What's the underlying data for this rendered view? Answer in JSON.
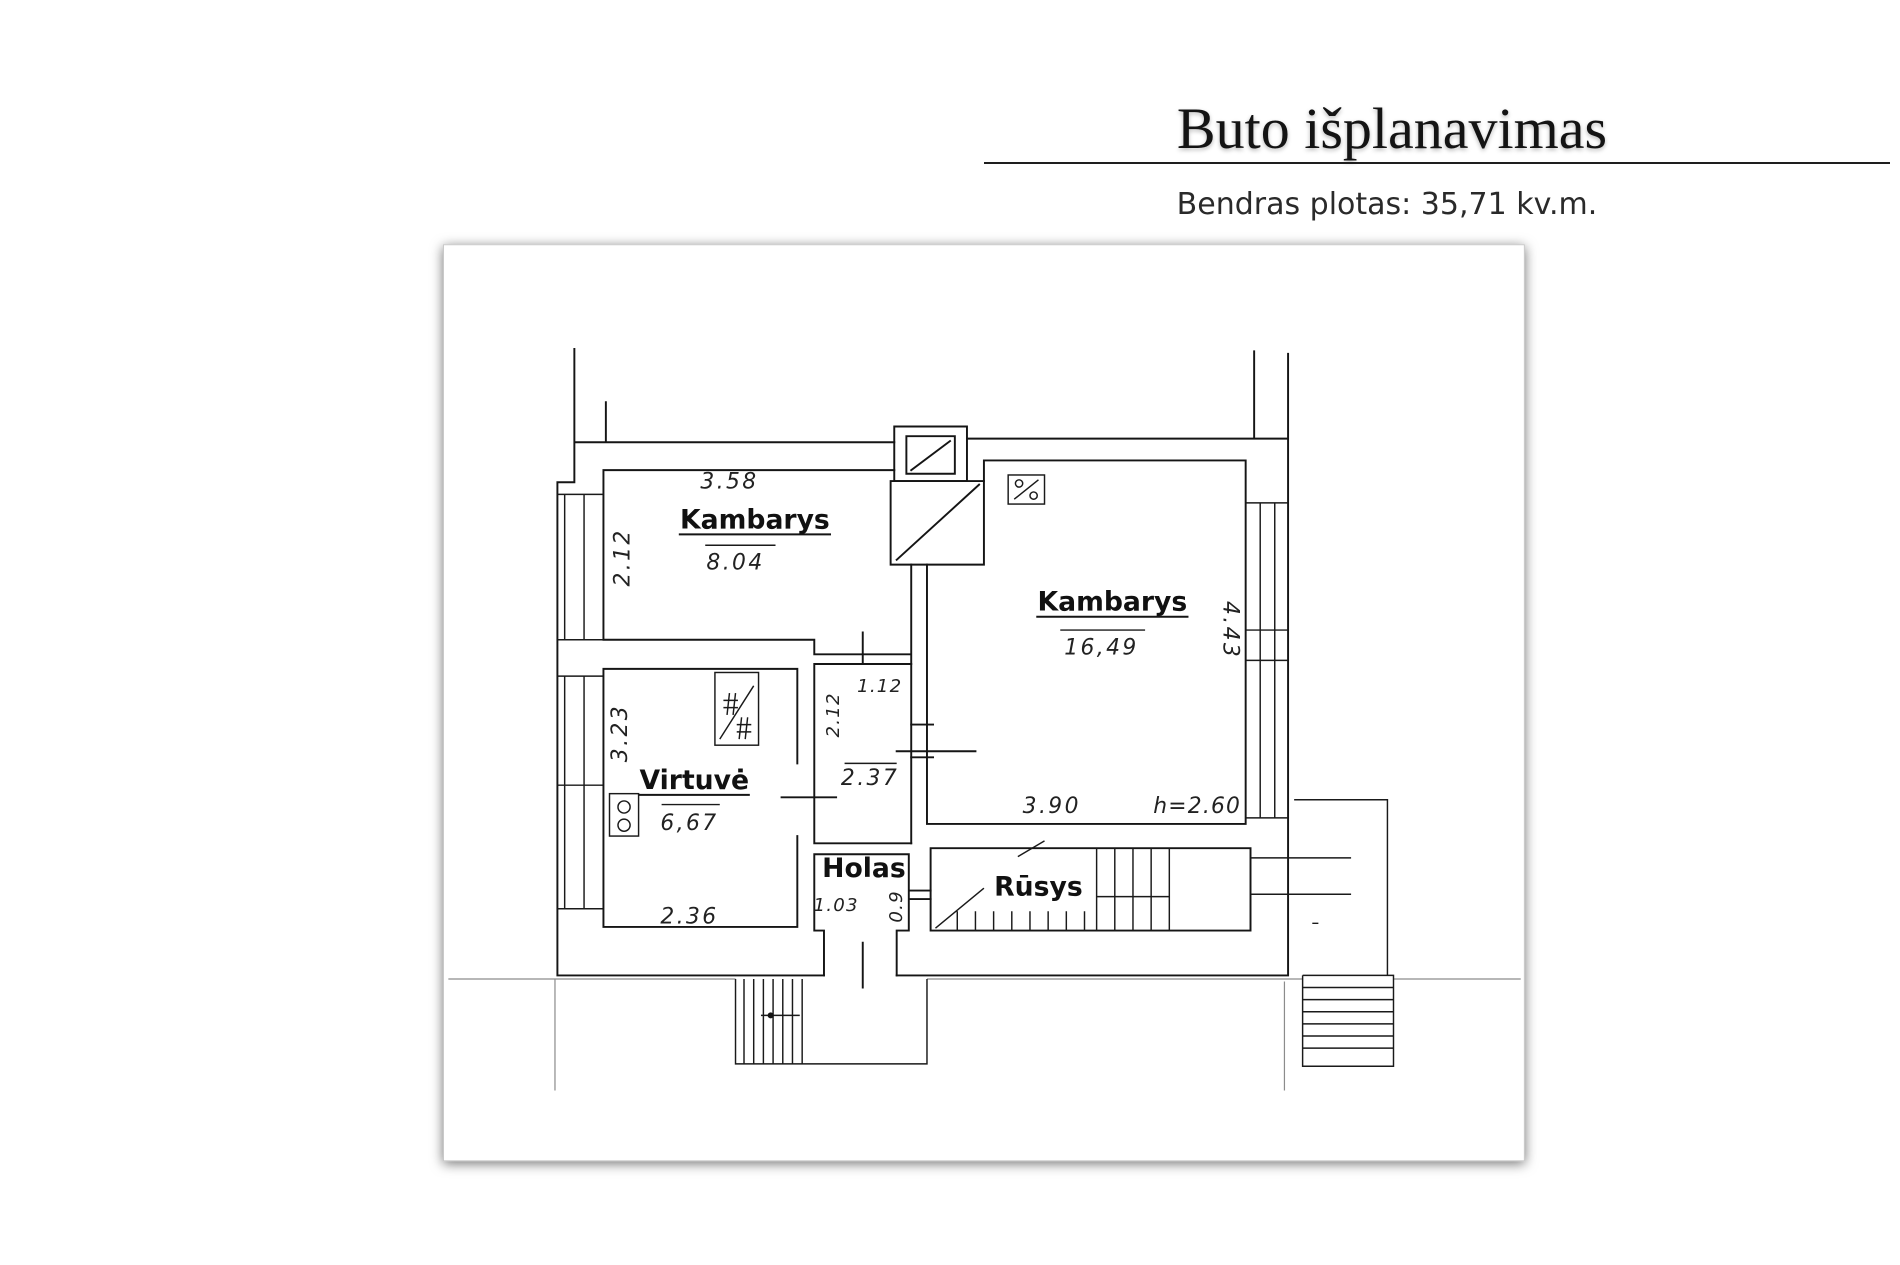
{
  "header": {
    "title": "Buto išplanavimas",
    "total_area": "Bendras plotas: 35,71 kv.m."
  },
  "plan": {
    "room_1": {
      "name": "Kambarys",
      "area": "8.04",
      "width": "3.58",
      "depth": "2.12"
    },
    "room_2": {
      "name": "Kambarys",
      "area": "16,49",
      "width": "3.90",
      "depth": "4.43",
      "ceiling_height": "h=2.60"
    },
    "kitchen": {
      "name": "Virtuvė",
      "area": "6,67",
      "width": "2.36",
      "depth": "3.23"
    },
    "corridor": {
      "area": "2.37",
      "width": "1.12",
      "depth": "2.12"
    },
    "hall": {
      "name": "Holas",
      "dim_horizontal": "1.03",
      "dim_vertical": "0.9"
    },
    "cellar": {
      "name": "Rūsys"
    }
  },
  "icons": {
    "chimney": "chimney-icon",
    "ventilation": "ventilation-icon",
    "stove": "stove-icon",
    "sink": "sink-icon",
    "stairs": "stairs-icon"
  },
  "colors": {
    "background": "#ffffff",
    "ink": "#151515",
    "title": "#141414"
  }
}
